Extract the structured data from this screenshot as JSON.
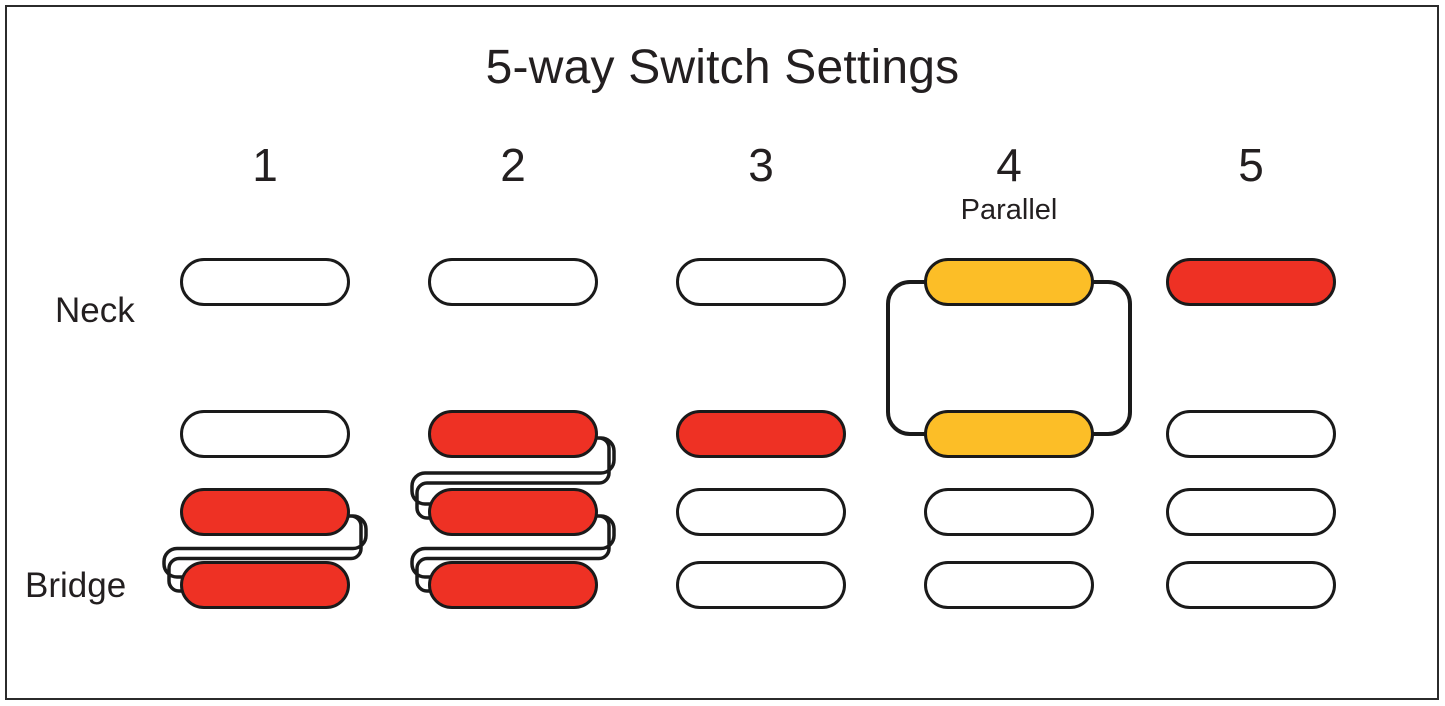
{
  "diagram": {
    "title": "5-way Switch Settings",
    "border_color": "#2b2b2b",
    "background": "#ffffff"
  },
  "legend_colors": {
    "active_red": "#ee3124",
    "active_orange": "#fcbe27",
    "inactive_white": "#ffffff",
    "outline": "#1a1a1a"
  },
  "row_labels": {
    "neck": "Neck",
    "bridge": "Bridge"
  },
  "columns": [
    {
      "header": "1",
      "sublabel": "",
      "coils": [
        {
          "row": "neck",
          "state": "off"
        },
        {
          "row": "row2",
          "state": "off"
        },
        {
          "row": "row3",
          "state": "red"
        },
        {
          "row": "bridge",
          "state": "red"
        }
      ],
      "wiring": [
        {
          "type": "series",
          "from_row": "row3",
          "to_row": "bridge"
        }
      ]
    },
    {
      "header": "2",
      "sublabel": "",
      "coils": [
        {
          "row": "neck",
          "state": "off"
        },
        {
          "row": "row2",
          "state": "red"
        },
        {
          "row": "row3",
          "state": "red"
        },
        {
          "row": "bridge",
          "state": "red"
        }
      ],
      "wiring": [
        {
          "type": "series",
          "from_row": "row2",
          "to_row": "row3"
        },
        {
          "type": "series",
          "from_row": "row3",
          "to_row": "bridge"
        }
      ]
    },
    {
      "header": "3",
      "sublabel": "",
      "coils": [
        {
          "row": "neck",
          "state": "off"
        },
        {
          "row": "row2",
          "state": "red"
        },
        {
          "row": "row3",
          "state": "off"
        },
        {
          "row": "bridge",
          "state": "off"
        }
      ],
      "wiring": []
    },
    {
      "header": "4",
      "sublabel": "Parallel",
      "coils": [
        {
          "row": "neck",
          "state": "orange"
        },
        {
          "row": "row2",
          "state": "orange"
        },
        {
          "row": "row3",
          "state": "off"
        },
        {
          "row": "bridge",
          "state": "off"
        }
      ],
      "wiring": [
        {
          "type": "parallel",
          "from_row": "neck",
          "to_row": "row2"
        }
      ]
    },
    {
      "header": "5",
      "sublabel": "",
      "coils": [
        {
          "row": "neck",
          "state": "red"
        },
        {
          "row": "row2",
          "state": "off"
        },
        {
          "row": "row3",
          "state": "off"
        },
        {
          "row": "bridge",
          "state": "off"
        }
      ],
      "wiring": []
    }
  ]
}
